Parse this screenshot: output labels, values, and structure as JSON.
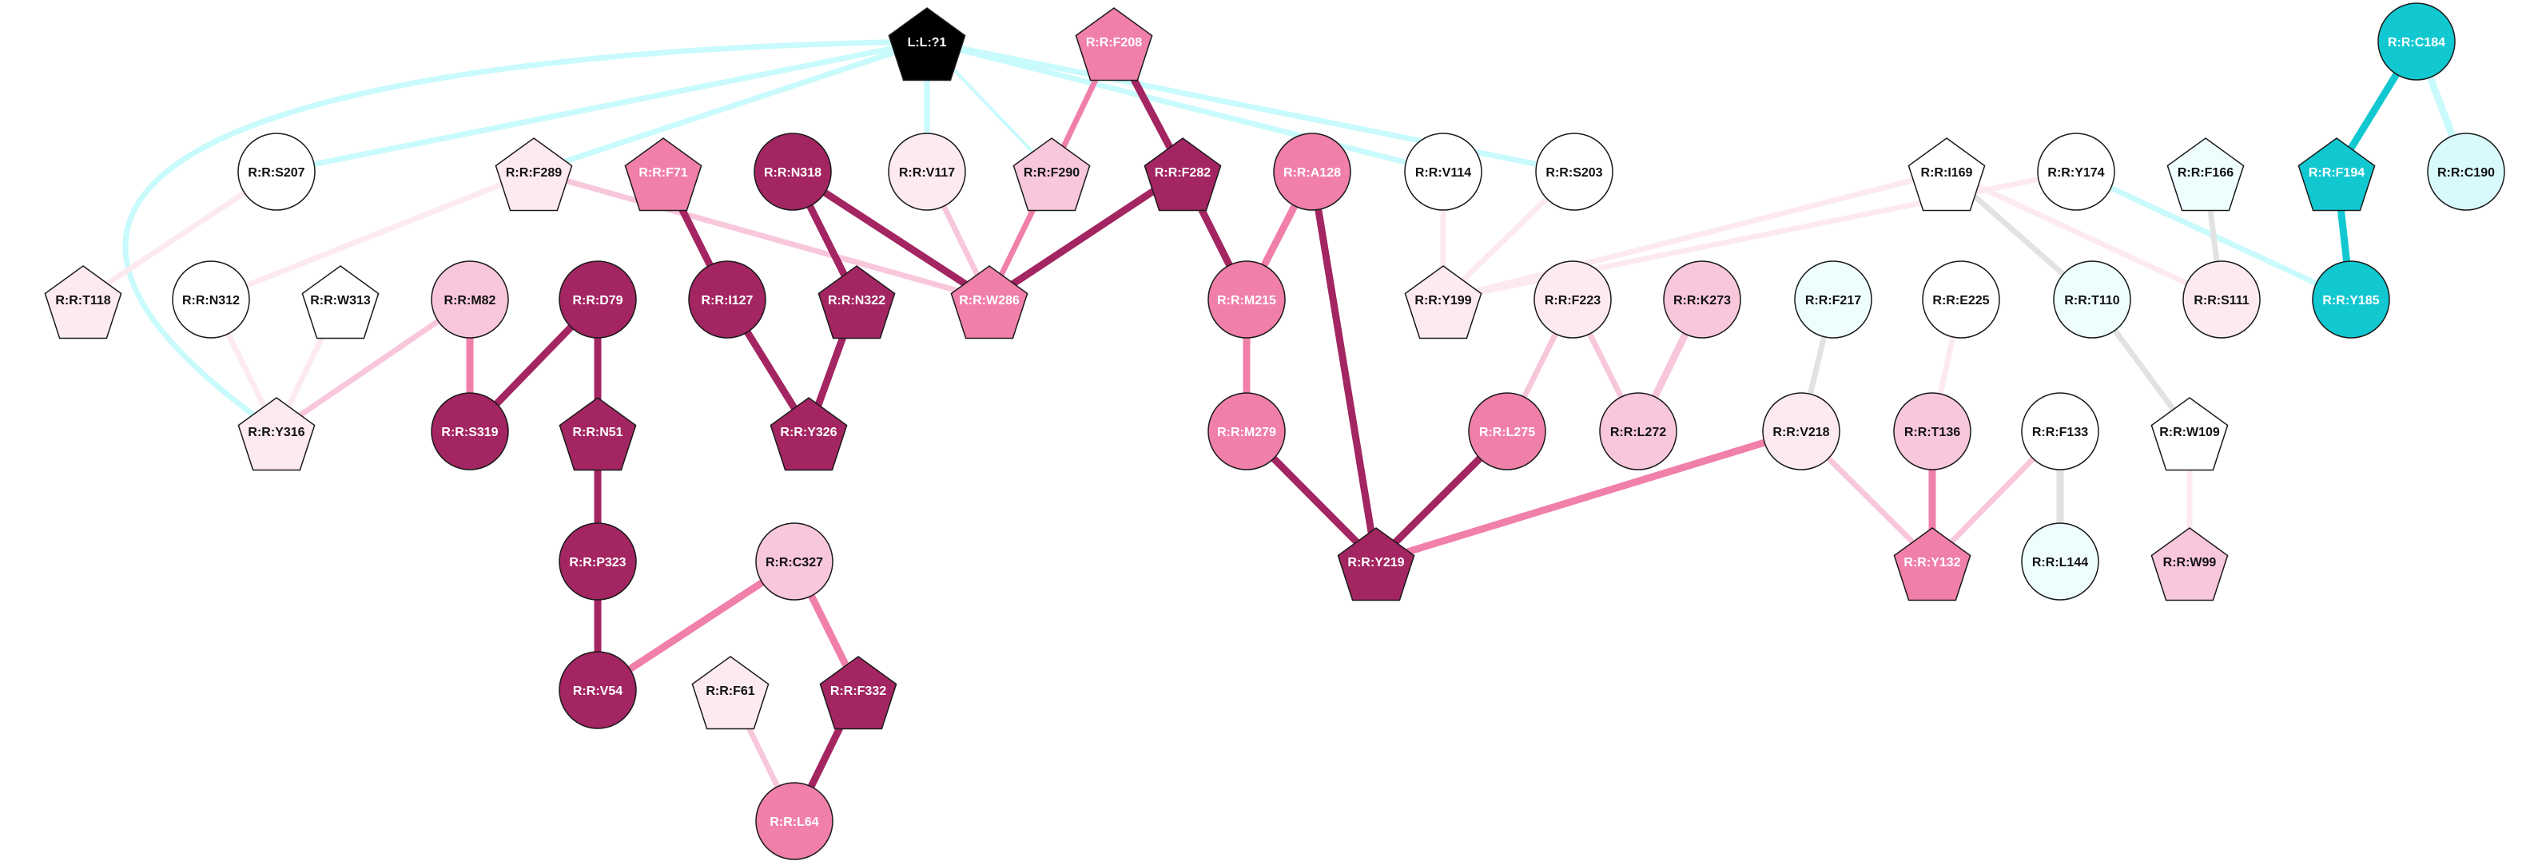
{
  "colors": {
    "dark": "#a32561",
    "medium": "#f07fa9",
    "light": "#f8c7dc",
    "pale": "#fdeaf1",
    "white": "#ffffff",
    "cyan": "#12c8d0",
    "pale_cyan": "#d8fafc",
    "very_pale_cyan": "#eefefe",
    "ligand": "#000000",
    "edge_cyan": "#c9fafc",
    "edge_grey": "#e2e2e2"
  },
  "nodes": [
    {
      "id": "L:L:?1",
      "label": "L:L:?1",
      "shape": "pentagon",
      "color": "ligand"
    },
    {
      "id": "R:R:F208",
      "label": "R:R:F208",
      "shape": "pentagon",
      "color": "medium"
    },
    {
      "id": "R:R:C184",
      "label": "R:R:C184",
      "shape": "circle",
      "color": "cyan"
    },
    {
      "id": "R:R:S207",
      "label": "R:R:S207",
      "shape": "circle",
      "color": "white"
    },
    {
      "id": "R:R:F289",
      "label": "R:R:F289",
      "shape": "pentagon",
      "color": "pale"
    },
    {
      "id": "R:R:F71",
      "label": "R:R:F71",
      "shape": "pentagon",
      "color": "medium"
    },
    {
      "id": "R:R:N318",
      "label": "R:R:N318",
      "shape": "circle",
      "color": "dark"
    },
    {
      "id": "R:R:V117",
      "label": "R:R:V117",
      "shape": "circle",
      "color": "pale"
    },
    {
      "id": "R:R:F290",
      "label": "R:R:F290",
      "shape": "pentagon",
      "color": "light"
    },
    {
      "id": "R:R:F282",
      "label": "R:R:F282",
      "shape": "pentagon",
      "color": "dark"
    },
    {
      "id": "R:R:A128",
      "label": "R:R:A128",
      "shape": "circle",
      "color": "medium"
    },
    {
      "id": "R:R:V114",
      "label": "R:R:V114",
      "shape": "circle",
      "color": "white"
    },
    {
      "id": "R:R:S203",
      "label": "R:R:S203",
      "shape": "circle",
      "color": "white"
    },
    {
      "id": "R:R:I169",
      "label": "R:R:I169",
      "shape": "pentagon",
      "color": "white"
    },
    {
      "id": "R:R:Y174",
      "label": "R:R:Y174",
      "shape": "circle",
      "color": "white"
    },
    {
      "id": "R:R:F166",
      "label": "R:R:F166",
      "shape": "pentagon",
      "color": "very_pale_cyan"
    },
    {
      "id": "R:R:F194",
      "label": "R:R:F194",
      "shape": "pentagon",
      "color": "cyan"
    },
    {
      "id": "R:R:C190",
      "label": "R:R:C190",
      "shape": "circle",
      "color": "pale_cyan"
    },
    {
      "id": "R:R:T118",
      "label": "R:R:T118",
      "shape": "pentagon",
      "color": "pale"
    },
    {
      "id": "R:R:N312",
      "label": "R:R:N312",
      "shape": "circle",
      "color": "white"
    },
    {
      "id": "R:R:W313",
      "label": "R:R:W313",
      "shape": "pentagon",
      "color": "white"
    },
    {
      "id": "R:R:M82",
      "label": "R:R:M82",
      "shape": "circle",
      "color": "light"
    },
    {
      "id": "R:R:D79",
      "label": "R:R:D79",
      "shape": "circle",
      "color": "dark"
    },
    {
      "id": "R:R:I127",
      "label": "R:R:I127",
      "shape": "circle",
      "color": "dark"
    },
    {
      "id": "R:R:N322",
      "label": "R:R:N322",
      "shape": "pentagon",
      "color": "dark"
    },
    {
      "id": "R:R:W286",
      "label": "R:R:W286",
      "shape": "pentagon",
      "color": "medium"
    },
    {
      "id": "R:R:M215",
      "label": "R:R:M215",
      "shape": "circle",
      "color": "medium"
    },
    {
      "id": "R:R:Y199",
      "label": "R:R:Y199",
      "shape": "pentagon",
      "color": "pale"
    },
    {
      "id": "R:R:F223",
      "label": "R:R:F223",
      "shape": "circle",
      "color": "pale"
    },
    {
      "id": "R:R:K273",
      "label": "R:R:K273",
      "shape": "circle",
      "color": "light"
    },
    {
      "id": "R:R:F217",
      "label": "R:R:F217",
      "shape": "circle",
      "color": "very_pale_cyan"
    },
    {
      "id": "R:R:E225",
      "label": "R:R:E225",
      "shape": "circle",
      "color": "white"
    },
    {
      "id": "R:R:T110",
      "label": "R:R:T110",
      "shape": "circle",
      "color": "very_pale_cyan"
    },
    {
      "id": "R:R:S111",
      "label": "R:R:S111",
      "shape": "circle",
      "color": "pale"
    },
    {
      "id": "R:R:Y185",
      "label": "R:R:Y185",
      "shape": "circle",
      "color": "cyan"
    },
    {
      "id": "R:R:Y316",
      "label": "R:R:Y316",
      "shape": "pentagon",
      "color": "pale"
    },
    {
      "id": "R:R:S319",
      "label": "R:R:S319",
      "shape": "circle",
      "color": "dark"
    },
    {
      "id": "R:R:N51",
      "label": "R:R:N51",
      "shape": "pentagon",
      "color": "dark"
    },
    {
      "id": "R:R:Y326",
      "label": "R:R:Y326",
      "shape": "pentagon",
      "color": "dark"
    },
    {
      "id": "R:R:M279",
      "label": "R:R:M279",
      "shape": "circle",
      "color": "medium"
    },
    {
      "id": "R:R:L275",
      "label": "R:R:L275",
      "shape": "circle",
      "color": "medium"
    },
    {
      "id": "R:R:L272",
      "label": "R:R:L272",
      "shape": "circle",
      "color": "light"
    },
    {
      "id": "R:R:V218",
      "label": "R:R:V218",
      "shape": "circle",
      "color": "pale"
    },
    {
      "id": "R:R:T136",
      "label": "R:R:T136",
      "shape": "circle",
      "color": "light"
    },
    {
      "id": "R:R:F133",
      "label": "R:R:F133",
      "shape": "circle",
      "color": "white"
    },
    {
      "id": "R:R:W109",
      "label": "R:R:W109",
      "shape": "pentagon",
      "color": "white"
    },
    {
      "id": "R:R:P323",
      "label": "R:R:P323",
      "shape": "circle",
      "color": "dark"
    },
    {
      "id": "R:R:C327",
      "label": "R:R:C327",
      "shape": "circle",
      "color": "light"
    },
    {
      "id": "R:R:Y219",
      "label": "R:R:Y219",
      "shape": "pentagon",
      "color": "dark"
    },
    {
      "id": "R:R:Y132",
      "label": "R:R:Y132",
      "shape": "pentagon",
      "color": "medium"
    },
    {
      "id": "R:R:L144",
      "label": "R:R:L144",
      "shape": "circle",
      "color": "very_pale_cyan"
    },
    {
      "id": "R:R:W99",
      "label": "R:R:W99",
      "shape": "pentagon",
      "color": "light"
    },
    {
      "id": "R:R:V54",
      "label": "R:R:V54",
      "shape": "circle",
      "color": "dark"
    },
    {
      "id": "R:R:F61",
      "label": "R:R:F61",
      "shape": "pentagon",
      "color": "pale"
    },
    {
      "id": "R:R:F332",
      "label": "R:R:F332",
      "shape": "pentagon",
      "color": "dark"
    },
    {
      "id": "R:R:L64",
      "label": "R:R:L64",
      "shape": "circle",
      "color": "medium"
    }
  ],
  "edges": [
    {
      "source": "L:L:?1",
      "target": "R:R:S207",
      "color": "edge_cyan",
      "weight": 2
    },
    {
      "source": "L:L:?1",
      "target": "R:R:F289",
      "color": "edge_cyan",
      "weight": 2
    },
    {
      "source": "L:L:?1",
      "target": "R:R:V117",
      "color": "edge_cyan",
      "weight": 2
    },
    {
      "source": "L:L:?1",
      "target": "R:R:F290",
      "color": "edge_cyan",
      "weight": 1
    },
    {
      "source": "L:L:?1",
      "target": "R:R:V114",
      "color": "edge_cyan",
      "weight": 2
    },
    {
      "source": "L:L:?1",
      "target": "R:R:S203",
      "color": "edge_cyan",
      "weight": 2
    },
    {
      "source": "L:L:?1",
      "target": "R:R:Y316",
      "color": "edge_cyan",
      "weight": 2,
      "curve": "left-loop"
    },
    {
      "source": "R:R:F208",
      "target": "R:R:F290",
      "color": "medium",
      "weight": 2
    },
    {
      "source": "R:R:F208",
      "target": "R:R:F282",
      "color": "dark",
      "weight": 3
    },
    {
      "source": "R:R:C184",
      "target": "R:R:F194",
      "color": "cyan",
      "weight": 3
    },
    {
      "source": "R:R:C184",
      "target": "R:R:C190",
      "color": "edge_cyan",
      "weight": 3
    },
    {
      "source": "R:R:S207",
      "target": "R:R:T118",
      "color": "pale",
      "weight": 2
    },
    {
      "source": "R:R:F289",
      "target": "R:R:N312",
      "color": "pale",
      "weight": 2
    },
    {
      "source": "R:R:F289",
      "target": "R:R:W286",
      "color": "light",
      "weight": 2
    },
    {
      "source": "R:R:F71",
      "target": "R:R:I127",
      "color": "dark",
      "weight": 3
    },
    {
      "source": "R:R:N318",
      "target": "R:R:N322",
      "color": "dark",
      "weight": 3
    },
    {
      "source": "R:R:N318",
      "target": "R:R:W286",
      "color": "dark",
      "weight": 3
    },
    {
      "source": "R:R:V117",
      "target": "R:R:W286",
      "color": "light",
      "weight": 2
    },
    {
      "source": "R:R:F290",
      "target": "R:R:W286",
      "color": "medium",
      "weight": 2
    },
    {
      "source": "R:R:F282",
      "target": "R:R:W286",
      "color": "dark",
      "weight": 3
    },
    {
      "source": "R:R:F282",
      "target": "R:R:M215",
      "color": "dark",
      "weight": 3
    },
    {
      "source": "R:R:A128",
      "target": "R:R:M215",
      "color": "medium",
      "weight": 3
    },
    {
      "source": "R:R:A128",
      "target": "R:R:Y219",
      "color": "dark",
      "weight": 3
    },
    {
      "source": "R:R:V114",
      "target": "R:R:Y199",
      "color": "pale",
      "weight": 2
    },
    {
      "source": "R:R:S203",
      "target": "R:R:Y199",
      "color": "pale",
      "weight": 2
    },
    {
      "source": "R:R:I169",
      "target": "R:R:Y199",
      "color": "pale",
      "weight": 2
    },
    {
      "source": "R:R:I169",
      "target": "R:R:T110",
      "color": "edge_grey",
      "weight": 2
    },
    {
      "source": "R:R:I169",
      "target": "R:R:S111",
      "color": "pale",
      "weight": 2
    },
    {
      "source": "R:R:Y174",
      "target": "R:R:Y199",
      "color": "pale",
      "weight": 2
    },
    {
      "source": "R:R:Y174",
      "target": "R:R:Y185",
      "color": "edge_cyan",
      "weight": 2
    },
    {
      "source": "R:R:F166",
      "target": "R:R:S111",
      "color": "edge_grey",
      "weight": 2
    },
    {
      "source": "R:R:F194",
      "target": "R:R:Y185",
      "color": "cyan",
      "weight": 3
    },
    {
      "source": "R:R:N312",
      "target": "R:R:Y316",
      "color": "pale",
      "weight": 2
    },
    {
      "source": "R:R:W313",
      "target": "R:R:Y316",
      "color": "pale",
      "weight": 2
    },
    {
      "source": "R:R:M82",
      "target": "R:R:Y316",
      "color": "light",
      "weight": 2
    },
    {
      "source": "R:R:M82",
      "target": "R:R:S319",
      "color": "medium",
      "weight": 3
    },
    {
      "source": "R:R:D79",
      "target": "R:R:S319",
      "color": "dark",
      "weight": 3
    },
    {
      "source": "R:R:D79",
      "target": "R:R:N51",
      "color": "dark",
      "weight": 3
    },
    {
      "source": "R:R:I127",
      "target": "R:R:Y326",
      "color": "dark",
      "weight": 3
    },
    {
      "source": "R:R:N322",
      "target": "R:R:Y326",
      "color": "dark",
      "weight": 3
    },
    {
      "source": "R:R:M215",
      "target": "R:R:M279",
      "color": "medium",
      "weight": 3
    },
    {
      "source": "R:R:F223",
      "target": "R:R:L275",
      "color": "light",
      "weight": 2
    },
    {
      "source": "R:R:F223",
      "target": "R:R:L272",
      "color": "light",
      "weight": 2
    },
    {
      "source": "R:R:K273",
      "target": "R:R:L272",
      "color": "light",
      "weight": 3
    },
    {
      "source": "R:R:F217",
      "target": "R:R:V218",
      "color": "edge_grey",
      "weight": 2
    },
    {
      "source": "R:R:E225",
      "target": "R:R:T136",
      "color": "pale",
      "weight": 2
    },
    {
      "source": "R:R:T110",
      "target": "R:R:W109",
      "color": "edge_grey",
      "weight": 2
    },
    {
      "source": "R:R:N51",
      "target": "R:R:P323",
      "color": "dark",
      "weight": 3
    },
    {
      "source": "R:R:M279",
      "target": "R:R:Y219",
      "color": "dark",
      "weight": 3
    },
    {
      "source": "R:R:L275",
      "target": "R:R:Y219",
      "color": "dark",
      "weight": 3
    },
    {
      "source": "R:R:V218",
      "target": "R:R:Y219",
      "color": "medium",
      "weight": 3
    },
    {
      "source": "R:R:V218",
      "target": "R:R:Y132",
      "color": "light",
      "weight": 2
    },
    {
      "source": "R:R:T136",
      "target": "R:R:Y132",
      "color": "medium",
      "weight": 3
    },
    {
      "source": "R:R:F133",
      "target": "R:R:Y132",
      "color": "light",
      "weight": 2
    },
    {
      "source": "R:R:F133",
      "target": "R:R:L144",
      "color": "edge_grey",
      "weight": 3
    },
    {
      "source": "R:R:W109",
      "target": "R:R:W99",
      "color": "pale",
      "weight": 2
    },
    {
      "source": "R:R:P323",
      "target": "R:R:V54",
      "color": "dark",
      "weight": 3
    },
    {
      "source": "R:R:C327",
      "target": "R:R:V54",
      "color": "medium",
      "weight": 3
    },
    {
      "source": "R:R:C327",
      "target": "R:R:F332",
      "color": "medium",
      "weight": 3
    },
    {
      "source": "R:R:F61",
      "target": "R:R:L64",
      "color": "light",
      "weight": 2
    },
    {
      "source": "R:R:F332",
      "target": "R:R:L64",
      "color": "dark",
      "weight": 3
    }
  ]
}
